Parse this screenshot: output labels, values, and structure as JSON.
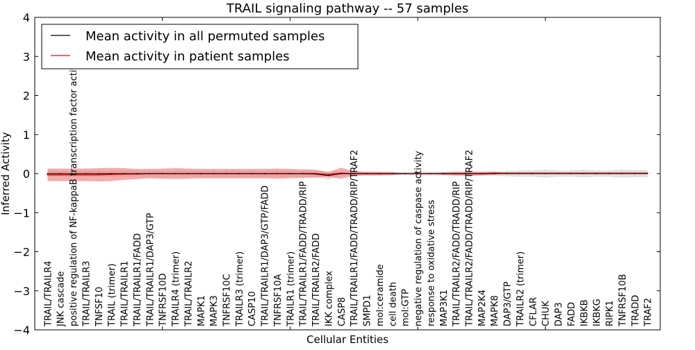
{
  "chart_data": {
    "type": "line",
    "title": "TRAIL signaling pathway -- 57 samples",
    "xlabel": "Cellular Entities",
    "ylabel": "Inferred Activity",
    "ylim": [
      -4,
      4
    ],
    "xlim": [
      0,
      49
    ],
    "yticks": [
      -4,
      -3,
      -2,
      -1,
      0,
      1,
      2,
      3,
      4
    ],
    "ytick_labels": [
      "−4",
      "−3",
      "−2",
      "−1",
      "0",
      "1",
      "2",
      "3",
      "4"
    ],
    "grid": false,
    "legend_position": "top-left",
    "colors": {
      "permuted": "#000000",
      "patient": "#ff0000",
      "patient_band": "#f08080",
      "permuted_band": "#cccccc"
    },
    "categories": [
      "TRAIL/TRAILR4",
      "JNK cascade",
      "positive regulation of NF-kappaB transcription factor activity",
      "TRAIL/TRAILR3",
      "TNFSF10",
      "TRAIL (trimer)",
      "TRAIL/TRAILR1",
      "TRAIL/TRAILR1/FADD",
      "TRAIL/TRAILR1/DAP3/GTP",
      "TNFRSF10D",
      "TRAILR4 (trimer)",
      "TRAIL/TRAILR2",
      "MAPK1",
      "MAPK3",
      "TNFRSF10C",
      "TRAILR3 (trimer)",
      "CASP10",
      "TRAIL/TRAILR1/DAP3/GTP/FADD",
      "TNFRSF10A",
      "TRAILR1 (trimer)",
      "TRAIL/TRAILR1/FADD/TRADD/RIP",
      "TRAIL/TRAILR2/FADD",
      "IKK complex",
      "CASP8",
      "TRAIL/TRAILR1/FADD/TRADD/RIP/TRAF2",
      "SMPD1",
      "mol:ceramide",
      "cell death",
      "mol:GTP",
      "negative regulation of caspase activity",
      "response to oxidative stress",
      "MAP3K1",
      "TRAIL/TRAILR2/FADD/TRADD/RIP",
      "TRAIL/TRAILR2/FADD/TRADD/RIP/TRAF2",
      "MAP2K4",
      "MAPK8",
      "DAP3/GTP",
      "TRAILR2 (trimer)",
      "CFLAR",
      "CHUK",
      "DAP3",
      "FADD",
      "IKBKB",
      "IKBKG",
      "RIPK1",
      "TNFRSF10B",
      "TRADD",
      "TRAF2"
    ],
    "x": [
      1,
      2,
      3,
      4,
      5,
      6,
      7,
      8,
      9,
      10,
      11,
      12,
      13,
      14,
      15,
      16,
      17,
      18,
      19,
      20,
      21,
      22,
      23,
      24,
      25,
      26,
      27,
      28,
      29,
      30,
      31,
      32,
      33,
      34,
      35,
      36,
      37,
      38,
      39,
      40,
      41,
      42,
      43,
      44,
      45,
      46,
      47,
      48
    ],
    "series": [
      {
        "name": "Mean activity in all permuted samples",
        "values": [
          0,
          0,
          0,
          0,
          0,
          0,
          0,
          0,
          0,
          0,
          0,
          0,
          0,
          0,
          0,
          0,
          0,
          0,
          0,
          0,
          0,
          -0.01,
          -0.05,
          0,
          0,
          0,
          0,
          0,
          0,
          0,
          0,
          0,
          0,
          0,
          0,
          0,
          0,
          0,
          0,
          0,
          0,
          0,
          0,
          0,
          0,
          0,
          0,
          0
        ],
        "band_halfwidth": [
          0.08,
          0.08,
          0.08,
          0.08,
          0.08,
          0.08,
          0.08,
          0.08,
          0.08,
          0.08,
          0.08,
          0.08,
          0.08,
          0.08,
          0.08,
          0.08,
          0.08,
          0.08,
          0.08,
          0.08,
          0.08,
          0.08,
          0.1,
          0.06,
          0.05,
          0.04,
          0.04,
          0.04,
          0.04,
          0.05,
          0.05,
          0.05,
          0.05,
          0.05,
          0.05,
          0.05,
          0.07,
          0.08,
          0.08,
          0.1,
          0.08,
          0.08,
          0.1,
          0.08,
          0.08,
          0.1,
          0.09,
          0.09
        ]
      },
      {
        "name": "Mean activity in patient samples",
        "values": [
          -0.03,
          -0.03,
          -0.03,
          -0.03,
          -0.03,
          -0.02,
          -0.01,
          -0.01,
          0,
          0,
          0,
          0,
          0,
          0,
          0,
          0,
          0,
          0,
          0,
          0,
          0,
          0,
          -0.02,
          0.01,
          0,
          0,
          0,
          0,
          0,
          0,
          0,
          0,
          0,
          0,
          0,
          0.01,
          0.01,
          0.01,
          0.01,
          0.01,
          0.01,
          0.01,
          0.01,
          0.01,
          0.01,
          0.01,
          0.01,
          0.01
        ],
        "band_halfwidth": [
          0.16,
          0.16,
          0.16,
          0.16,
          0.17,
          0.17,
          0.15,
          0.13,
          0.12,
          0.13,
          0.14,
          0.13,
          0.12,
          0.12,
          0.12,
          0.12,
          0.12,
          0.12,
          0.13,
          0.12,
          0.11,
          0.1,
          0.06,
          0.14,
          0.06,
          0.05,
          0.05,
          0.04,
          0.0,
          0.0,
          0.0,
          0.03,
          0.05,
          0.05,
          0.05,
          0.04,
          0.0,
          0.0,
          0.0,
          0.0,
          0.0,
          0.0,
          0.0,
          0.0,
          0.0,
          0.0,
          0.0,
          0.0
        ]
      }
    ]
  }
}
